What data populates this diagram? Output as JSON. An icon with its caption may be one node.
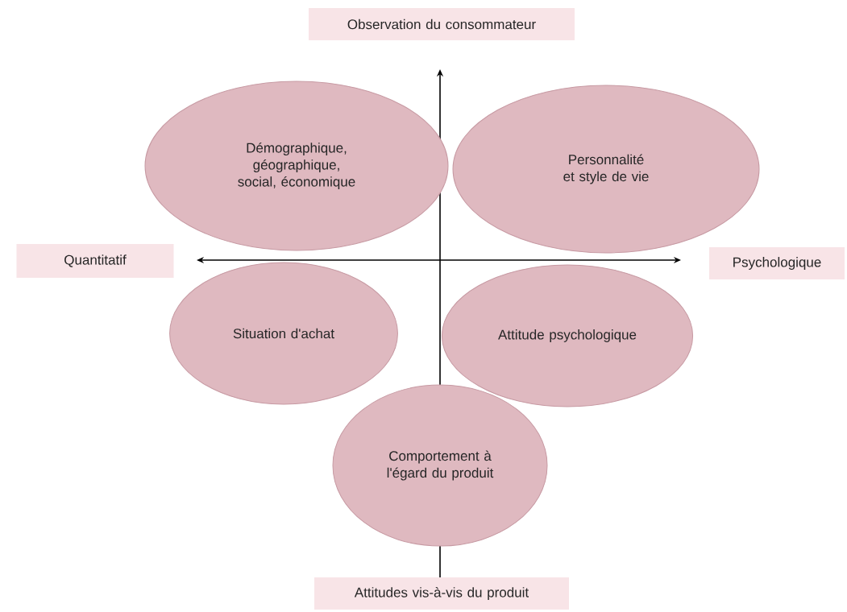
{
  "diagram": {
    "nodes": [
      {
        "text": [
          "Observation du consommateur"
        ]
      },
      {
        "text": [
          "Quantitatif"
        ]
      },
      {
        "text": [
          "Psychologique"
        ]
      },
      {
        "text": [
          "Attitudes vis-à-vis du produit"
        ]
      },
      {
        "text": [
          "Démographique, géographique, social, économique"
        ]
      },
      {
        "text": [
          "Personnalité et style de vie"
        ]
      },
      {
        "text": [
          "Situation d'achat"
        ]
      },
      {
        "text": [
          "Attitude psychologique"
        ]
      },
      {
        "text": [
          "Comportement à l'égard du produit"
        ]
      }
    ]
  }
}
